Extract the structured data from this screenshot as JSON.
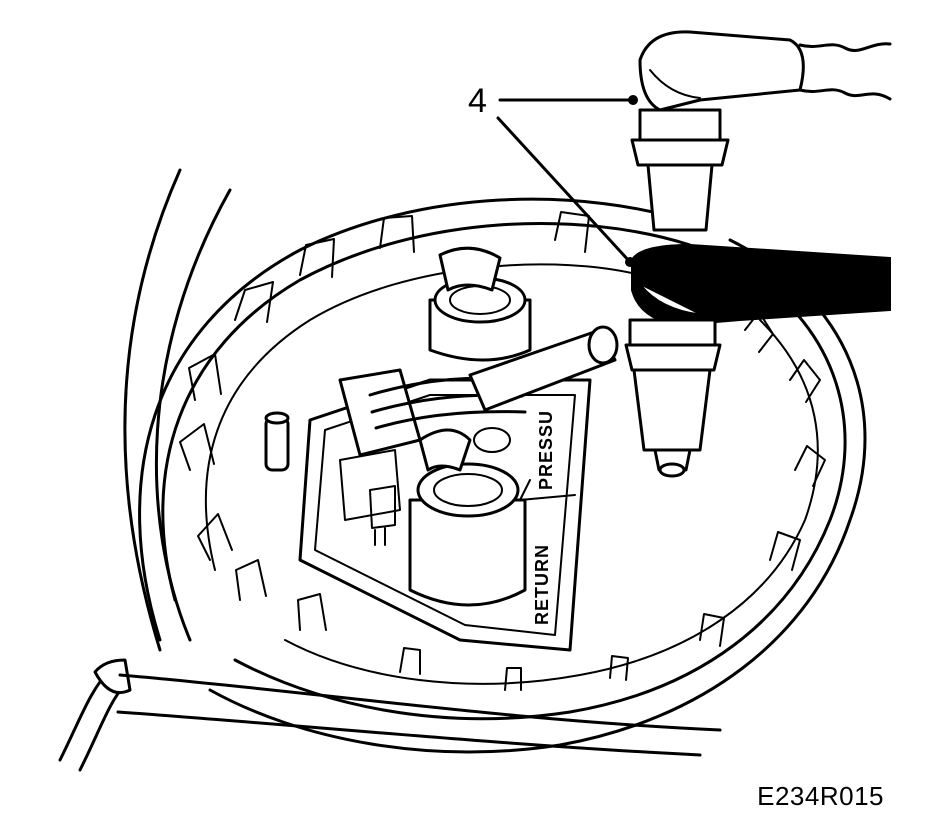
{
  "callouts": [
    {
      "id": "callout-4",
      "text": "4"
    }
  ],
  "labels": {
    "pressure": "PRESSU",
    "return": "RETURN"
  },
  "figure_id": "E234R015",
  "colors": {
    "ink": "#000000",
    "paper": "#ffffff"
  }
}
